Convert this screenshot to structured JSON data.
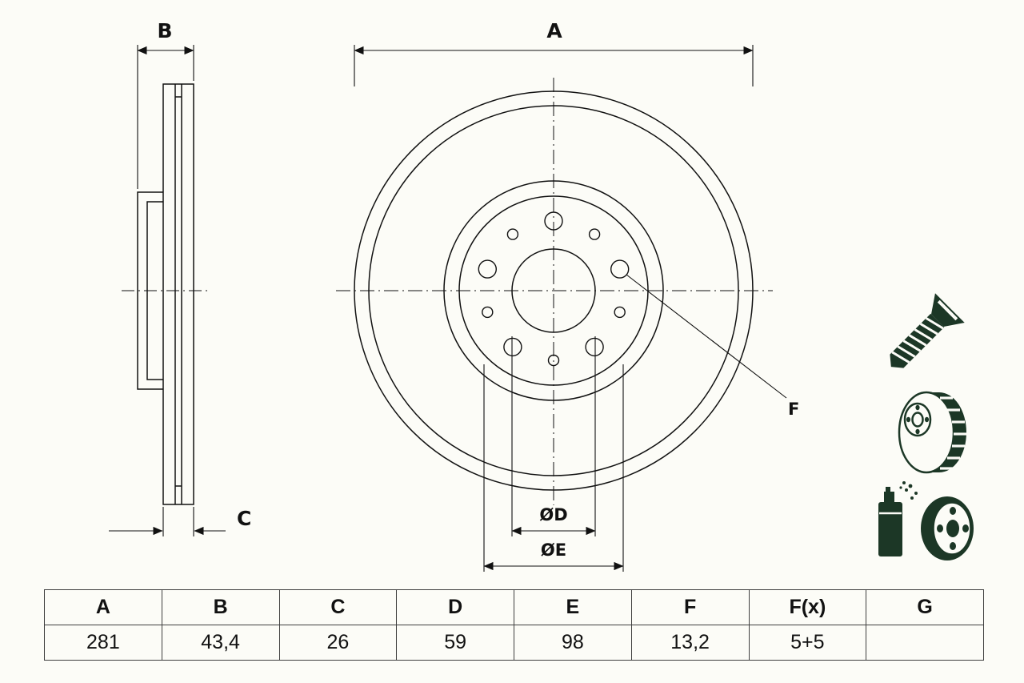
{
  "drawing": {
    "dim_a": "A",
    "dim_b": "B",
    "dim_c": "C",
    "dim_d": "ØD",
    "dim_e": "ØE",
    "dim_f": "F"
  },
  "table": {
    "headers": [
      "A",
      "B",
      "C",
      "D",
      "E",
      "F",
      "F(x)",
      "G"
    ],
    "values": [
      "281",
      "43,4",
      "26",
      "59",
      "98",
      "13,2",
      "5+5",
      ""
    ]
  },
  "icons": {
    "screw": "countersunk-screw-icon",
    "disc": "vented-brake-disc-icon",
    "spray": "spray-can-and-hub-icon"
  },
  "colors": {
    "line": "#111111",
    "icon": "#1c3726",
    "background": "#fcfcf7"
  }
}
